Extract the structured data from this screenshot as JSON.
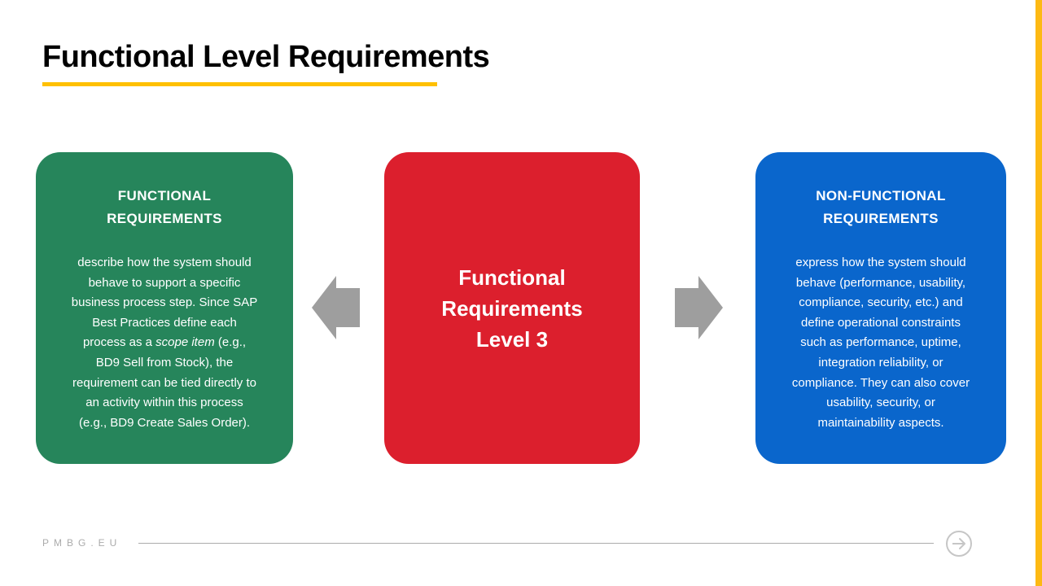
{
  "title": "Functional Level Requirements",
  "cards": {
    "functional": {
      "heading": "FUNCTIONAL\nREQUIREMENTS",
      "body_prefix": "describe how the system should\nbehave to support a specific\nbusiness process step. Since SAP\nBest Practices define each\nprocess as a ",
      "body_italic": "scope item",
      "body_suffix": " (e.g.,\nBD9 Sell from Stock), the\nrequirement can be tied directly to\nan activity within this process\n(e.g., BD9 Create Sales Order)."
    },
    "center": {
      "label": "Functional\nRequirements\nLevel 3"
    },
    "nonfunctional": {
      "heading": "NON-FUNCTIONAL\nREQUIREMENTS",
      "body": "express how the system should\nbehave (performance, usability,\ncompliance, security, etc.) and\ndefine operational constraints\nsuch as performance, uptime,\nintegration reliability, or\ncompliance. They can also cover\nusability, security, or\nmaintainability aspects."
    }
  },
  "footer": {
    "brand": "PMBG.EU"
  },
  "icons": {
    "left_arrow": "block-arrow-left-icon",
    "right_arrow": "block-arrow-right-icon",
    "next_button": "circle-arrow-right-icon"
  },
  "colors": {
    "functional_green": "#26855B",
    "center_red": "#DC1F2D",
    "nonfunctional_blue": "#0A66CC",
    "accent_yellow": "#FDB913",
    "title_underline": "#FFC000",
    "arrow_gray": "#9E9E9E",
    "footer_gray": "#ABABAB"
  }
}
